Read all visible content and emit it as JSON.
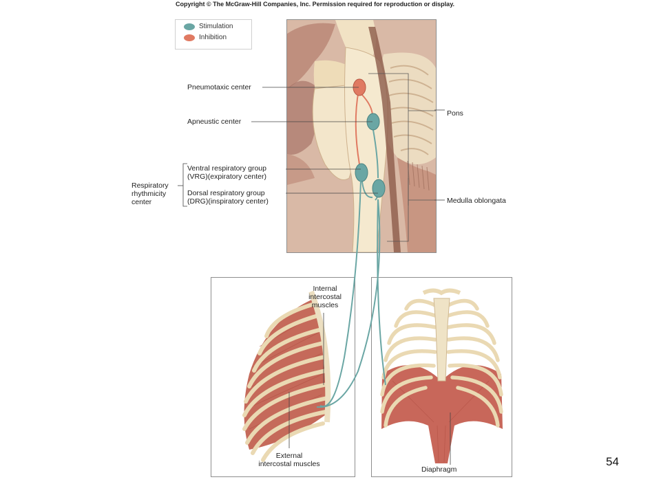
{
  "copyright": "Copyright © The McGraw-Hill Companies, Inc. Permission required for reproduction or display.",
  "legend": {
    "stimulation": "Stimulation",
    "inhibition": "Inhibition",
    "stimulation_color": "#6aa6a4",
    "inhibition_color": "#e07a62"
  },
  "labels": {
    "pneumotaxic": "Pneumotaxic center",
    "apneustic": "Apneustic center",
    "vrg_line1": "Ventral respiratory group",
    "vrg_line2": "(VRG)(expiratory center)",
    "drg_line1": "Dorsal respiratory group",
    "drg_line2": "(DRG)(inspiratory center)",
    "rhythm_line1": "Respiratory",
    "rhythm_line2": "rhythmicity",
    "rhythm_line3": "center",
    "pons": "Pons",
    "medulla": "Medulla oblongata",
    "internal_line1": "Internal",
    "internal_line2": "intercostal",
    "internal_line3": "muscles",
    "external_line1": "External",
    "external_line2": "intercostal muscles",
    "diaphragm": "Diaphragm"
  },
  "slide_number": "54"
}
